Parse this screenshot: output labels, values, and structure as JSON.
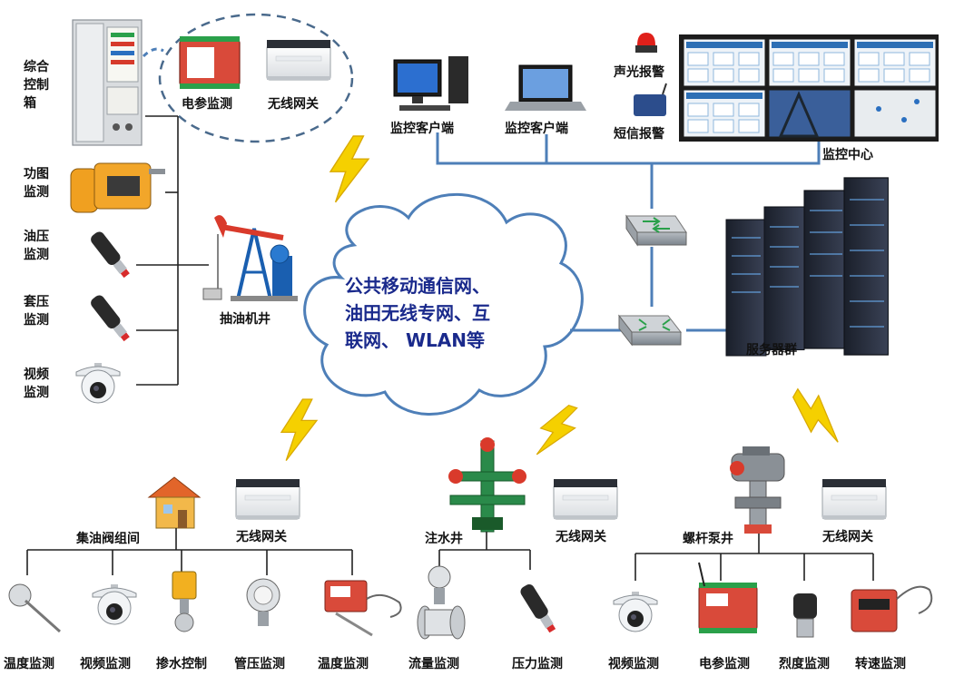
{
  "cloud": {
    "line1": "公共移动通信网、",
    "line2": "油田无线专网、互",
    "line3": "联网、 WLAN等"
  },
  "left": {
    "cabinet": [
      "综合",
      "控制",
      "箱"
    ],
    "dynamometer": [
      "功图",
      "监测"
    ],
    "oil_pressure": [
      "油压",
      "监测"
    ],
    "casing_pressure": [
      "套压",
      "监测"
    ],
    "video": [
      "视频",
      "监测"
    ],
    "power_param": "电参监测",
    "wireless_gateway": "无线网关",
    "pumping_well": "抽油机井"
  },
  "top": {
    "client1": "监控客户端",
    "client2": "监控客户端",
    "sound_alarm": "声光报警",
    "sms_alarm": "短信报警",
    "monitor_center": "监控中心",
    "server_group": "服务器群"
  },
  "bottom": {
    "station1": {
      "name": "集油阀组间",
      "gateway": "无线网关",
      "devices": [
        "温度监测",
        "视频监测",
        "掺水控制",
        "管压监测",
        "温度监测"
      ]
    },
    "station2": {
      "name": "注水井",
      "gateway": "无线网关",
      "devices": [
        "流量监测",
        "压力监测"
      ]
    },
    "station3": {
      "name": "螺杆泵井",
      "gateway": "无线网关",
      "devices": [
        "视频监测",
        "电参监测",
        "烈度监测",
        "转速监测"
      ]
    }
  },
  "colors": {
    "cloud_text": "#1a2a8c",
    "network_line": "#4e7fb8",
    "lightning": "#f5d000"
  }
}
